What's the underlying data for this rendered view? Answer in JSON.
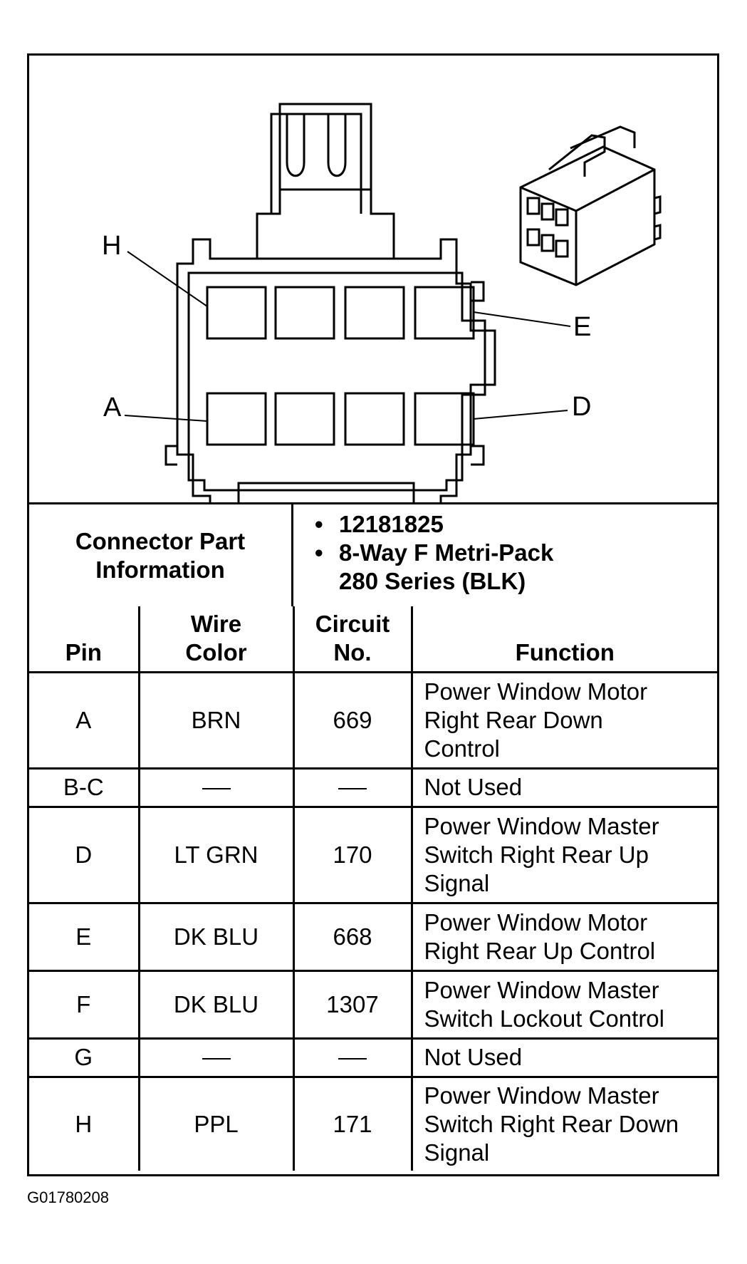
{
  "diagram": {
    "pin_labels": {
      "h": "H",
      "e": "E",
      "a": "A",
      "d": "D"
    }
  },
  "connector_info": {
    "label_line1": "Connector Part",
    "label_line2": "Information",
    "part_number": "12181825",
    "description_line1": "8-Way F Metri-Pack",
    "description_line2": "280 Series (BLK)"
  },
  "table": {
    "headers": {
      "pin": "Pin",
      "wire_color_line1": "Wire",
      "wire_color_line2": "Color",
      "circuit_line1": "Circuit",
      "circuit_line2": "No.",
      "function": "Function"
    },
    "rows": [
      {
        "pin": "A",
        "wire_color": "BRN",
        "circuit": "669",
        "function": [
          "Power Window Motor",
          "Right Rear Down",
          "Control"
        ]
      },
      {
        "pin": "B-C",
        "wire_color": "",
        "circuit": "",
        "function": [
          "Not Used"
        ]
      },
      {
        "pin": "D",
        "wire_color": "LT GRN",
        "circuit": "170",
        "function": [
          "Power Window Master",
          "Switch Right Rear Up",
          "Signal"
        ]
      },
      {
        "pin": "E",
        "wire_color": "DK BLU",
        "circuit": "668",
        "function": [
          "Power Window Motor",
          "Right Rear Up Control"
        ]
      },
      {
        "pin": "F",
        "wire_color": "DK BLU",
        "circuit": "1307",
        "function": [
          "Power Window Master",
          "Switch Lockout Control"
        ]
      },
      {
        "pin": "G",
        "wire_color": "",
        "circuit": "",
        "function": [
          "Not Used"
        ]
      },
      {
        "pin": "H",
        "wire_color": "PPL",
        "circuit": "171",
        "function": [
          "Power Window Master",
          "Switch Right Rear Down",
          "Signal"
        ]
      }
    ]
  },
  "figure_id": "G01780208"
}
